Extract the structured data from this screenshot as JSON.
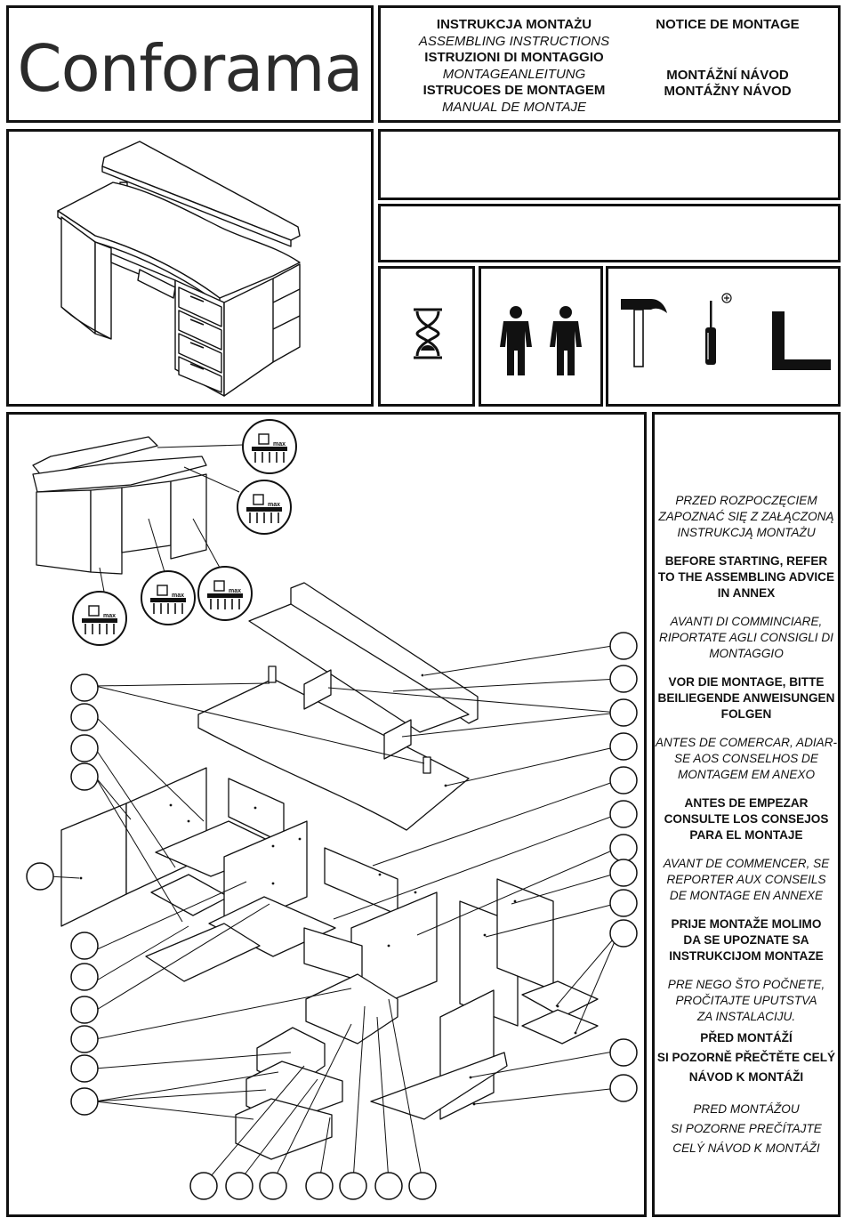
{
  "brand": "Conforama",
  "titles_left": [
    {
      "text": "INSTRUKCJA MONTAŻU",
      "style": "b"
    },
    {
      "text": "ASSEMBLING INSTRUCTIONS",
      "style": "i"
    },
    {
      "text": "ISTRUZIONI DI MONTAGGIO",
      "style": "b"
    },
    {
      "text": "MONTAGEANLEITUNG",
      "style": "i"
    },
    {
      "text": "ISTRUCOES DE MONTAGEM",
      "style": "b"
    },
    {
      "text": "MANUAL DE MONTAJE",
      "style": "i"
    }
  ],
  "titles_right": {
    "notice": "NOTICE DE MONTAGE",
    "cz": "MONTÁŽNÍ NÁVOD",
    "sk": "MONTÁŽNY NÁVOD"
  },
  "weight_label": "max",
  "advice": [
    {
      "lines": [
        "PRZED ROZPOCZĘCIEM",
        "ZAPOZNAĆ SIĘ Z ZAŁĄCZONĄ",
        "INSTRUKCJĄ MONTAŻU"
      ],
      "style": "i"
    },
    {
      "lines": [
        "BEFORE STARTING, REFER",
        "TO THE ASSEMBLING ADVICE",
        "IN ANNEX"
      ],
      "style": "b"
    },
    {
      "lines": [
        "AVANTI DI COMMINCIARE,",
        "RIPORTATE AGLI CONSIGLI DI",
        "MONTAGGIO"
      ],
      "style": "i"
    },
    {
      "lines": [
        "VOR DIE MONTAGE, BITTE",
        "BEILIEGENDE ANWEISUNGEN",
        "FOLGEN"
      ],
      "style": "b"
    },
    {
      "lines": [
        "ANTES DE COMERCAR, ADIAR-",
        "SE AOS CONSELHOS DE",
        "MONTAGEM EM ANEXO"
      ],
      "style": "i"
    },
    {
      "lines": [
        "ANTES DE EMPEZAR",
        "CONSULTE LOS CONSEJOS",
        "PARA EL MONTAJE"
      ],
      "style": "b"
    },
    {
      "lines": [
        "AVANT DE COMMENCER, SE",
        "REPORTER AUX CONSEILS",
        "DE MONTAGE EN ANNEXE"
      ],
      "style": "i"
    },
    {
      "lines": [
        "PRIJE MONTAŽE MOLIMO",
        "DA SE UPOZNATE SA",
        "INSTRUKCIJOM MONTAZE"
      ],
      "style": "b"
    },
    {
      "lines": [
        "PRE NEGO ŠTO POČNETE,",
        "PROČITAJTE UPUTSTVA",
        "ZA INSTALACIJU."
      ],
      "style": "i"
    },
    {
      "lines": [
        "PŘED MONTÁŽÍ",
        "SI POZORNĚ PŘEČTĚTE CELÝ",
        "NÁVOD K MONTÁŽI"
      ],
      "style": "b"
    },
    {
      "lines": [
        "PRED MONTÁŽOU",
        "SI POZORNE PREČÍTAJTE",
        "CELÝ NÁVOD K MONTÁŽI"
      ],
      "style": "i"
    }
  ],
  "icons": [
    "hourglass-icon",
    "two-persons-icon",
    "hammer-icon",
    "screwdriver-icon",
    "square-tool-icon"
  ]
}
